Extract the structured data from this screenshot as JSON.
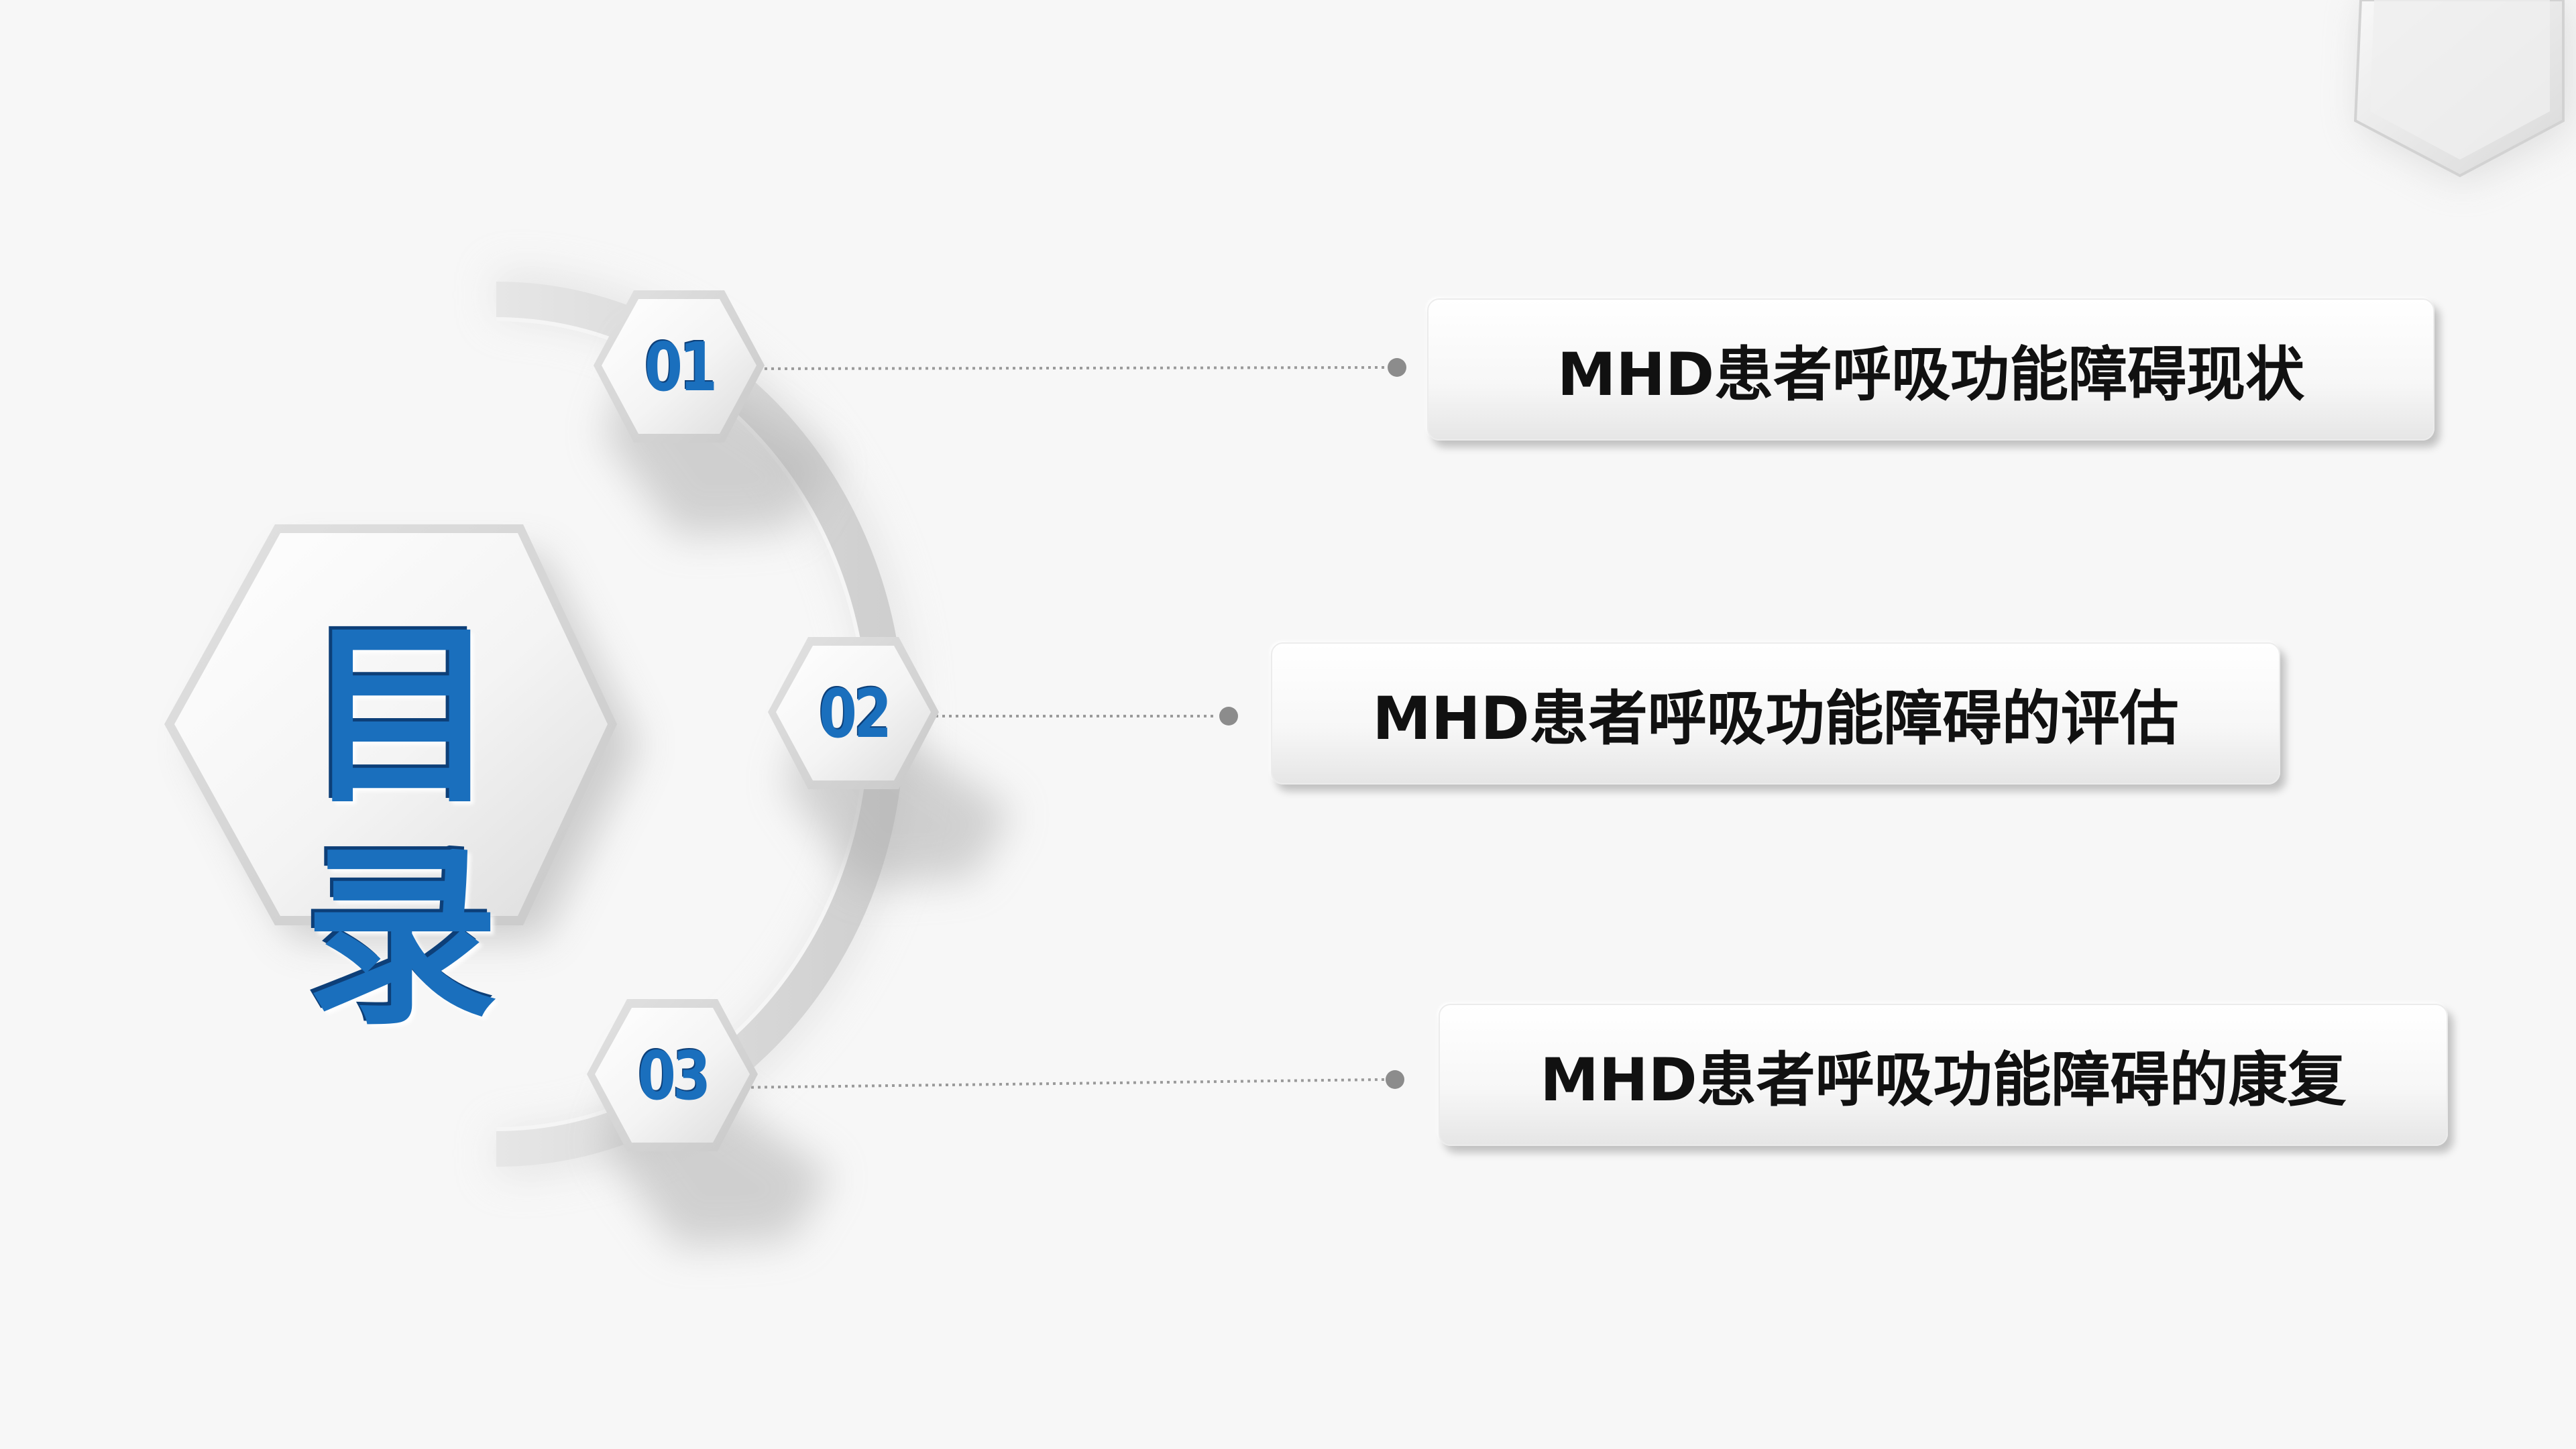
{
  "slide": {
    "title": "目录",
    "accent_color": "#1a6fbd",
    "accent_dark": "#0d3f78",
    "background": "#f7f7f7"
  },
  "items": [
    {
      "number": "01",
      "label": "MHD患者呼吸功能障碍现状"
    },
    {
      "number": "02",
      "label": "MHD患者呼吸功能障碍的评估"
    },
    {
      "number": "03",
      "label": "MHD患者呼吸功能障碍的康复"
    }
  ]
}
